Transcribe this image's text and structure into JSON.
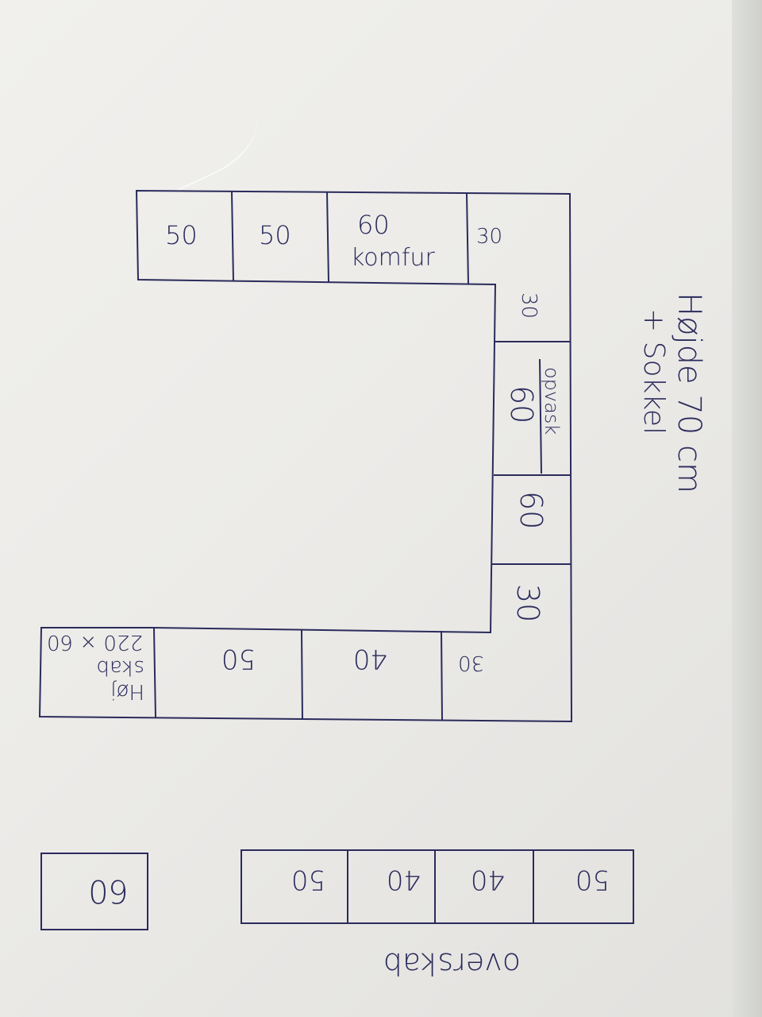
{
  "title": {
    "line1": "Højde 70 cm",
    "line2": "+ Sokkel"
  },
  "top_run": [
    {
      "label": "50"
    },
    {
      "label": "50"
    },
    {
      "label": "60",
      "sub": "komfur"
    },
    {
      "label": "30"
    }
  ],
  "right_run": [
    {
      "label": "30"
    },
    {
      "label": "60",
      "sub": "opvask"
    },
    {
      "label": "60"
    },
    {
      "label": "30"
    }
  ],
  "bottom_run": [
    {
      "label": "30"
    },
    {
      "label": "40"
    },
    {
      "label": "50"
    },
    {
      "label": "Høj",
      "line2": "skab",
      "line3": "220 × 60"
    }
  ],
  "overskab": {
    "caption": "overskab",
    "cells": [
      "50",
      "40",
      "40",
      "50"
    ]
  },
  "single_box": {
    "label": "60"
  }
}
